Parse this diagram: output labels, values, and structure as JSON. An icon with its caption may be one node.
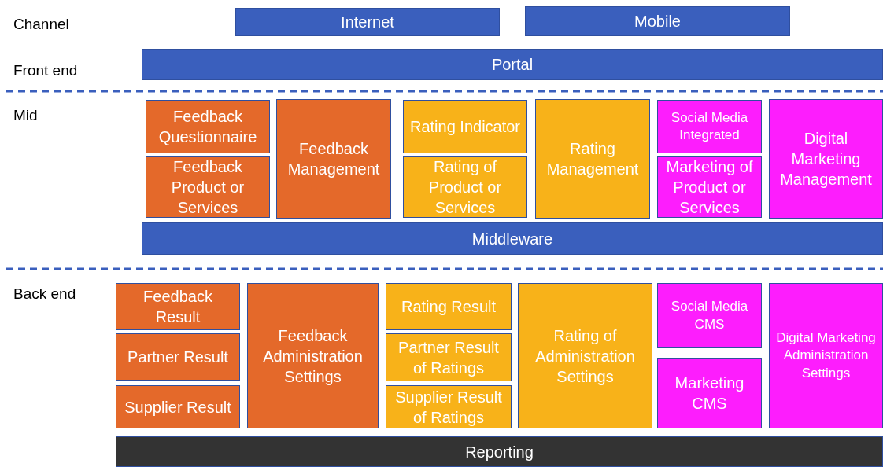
{
  "diagram": {
    "nodes": [
      {
        "text": [
          "Internet"
        ]
      },
      {
        "text": [
          "Mobile"
        ]
      },
      {
        "text": [
          "Portal"
        ]
      },
      {
        "text": [
          "Feedback Questionnaire"
        ]
      },
      {
        "text": [
          "Feedback Management"
        ]
      },
      {
        "text": [
          "Rating Indicator"
        ]
      },
      {
        "text": [
          "Rating Management"
        ]
      },
      {
        "text": [
          "Social Media Integrated"
        ]
      },
      {
        "text": [
          "Digital Marketing Management"
        ]
      },
      {
        "text": [
          "Feedback Product or Services"
        ]
      },
      {
        "text": [
          "Rating of Product or Services"
        ]
      },
      {
        "text": [
          "Marketing of Product or Services"
        ]
      },
      {
        "text": [
          "Middleware"
        ]
      },
      {
        "text": [
          "Feedback Result"
        ]
      },
      {
        "text": [
          "Feedback Administration Settings"
        ]
      },
      {
        "text": [
          "Rating Result"
        ]
      },
      {
        "text": [
          "Rating of Administration Settings"
        ]
      },
      {
        "text": [
          "Social Media CMS"
        ]
      },
      {
        "text": [
          "Digital Marketing Administration Settings"
        ]
      },
      {
        "text": [
          "Partner Result"
        ]
      },
      {
        "text": [
          "Partner Result of Ratings"
        ]
      },
      {
        "text": [
          "Marketing CMS"
        ]
      },
      {
        "text": [
          "Supplier Result"
        ]
      },
      {
        "text": [
          "Supplier Result of Ratings"
        ]
      },
      {
        "text": [
          "Reporting"
        ]
      }
    ],
    "edges": [],
    "labels": [
      "Channel",
      "Front end",
      "Mid",
      "Back end"
    ]
  }
}
